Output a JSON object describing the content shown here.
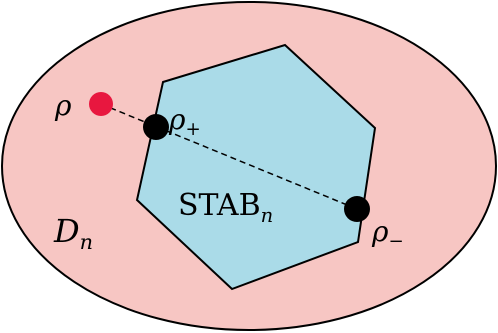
{
  "colors": {
    "ellipse_fill": "#f7c6c3",
    "polygon_fill": "#aadbe8",
    "stroke": "#000000",
    "state_point": "#e8173f",
    "boundary_point": "#000000"
  },
  "labels": {
    "rho": "ρ",
    "rho_plus_base": "ρ",
    "rho_plus_sub": "+",
    "rho_minus_base": "ρ",
    "rho_minus_sub": "−",
    "stab_base": "STAB",
    "stab_sub": "n",
    "dn_base": "D",
    "dn_sub": "n"
  }
}
